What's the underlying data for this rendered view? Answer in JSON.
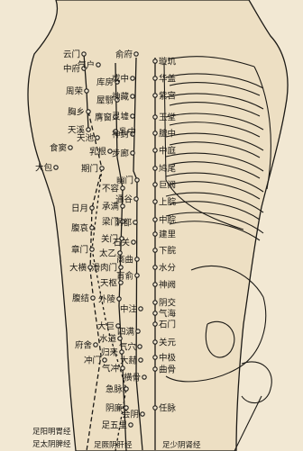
{
  "colors": {
    "background": "#f2e8d3",
    "body_fill": "#eddfc3",
    "ink": "#1c1a16",
    "meridian": "#1c1a16"
  },
  "points": {
    "left": [
      "云门",
      "中府",
      "周荣",
      "胸乡",
      "天溪",
      "食窦",
      "大包",
      "气户",
      "库房",
      "屋翳",
      "膺窗",
      "乳中",
      "乳根",
      "天池",
      "期门",
      "日月",
      "腹哀",
      "章门",
      "大横",
      "腹结",
      "府舍",
      "冲门"
    ],
    "stomach_kidney": [
      "或中",
      "神藏",
      "灵墟",
      "神封",
      "步廊",
      "幽门",
      "不容",
      "通谷",
      "承满",
      "阴都",
      "梁门",
      "石关",
      "关门",
      "商曲",
      "太乙",
      "滑肉门",
      "肓俞",
      "天枢",
      "中注",
      "外陵",
      "大巨",
      "四满",
      "水道",
      "气穴",
      "归来",
      "大赫",
      "气冲",
      "横骨",
      "急脉",
      "阴廉",
      "足五里"
    ],
    "ren": [
      "俞府",
      "璇玑",
      "华盖",
      "紫宫",
      "玉堂",
      "膻中",
      "中庭",
      "鸠尾",
      "巨阙",
      "上脘",
      "中脘",
      "建里",
      "下脘",
      "水分",
      "神阙",
      "阴交",
      "气海",
      "石门",
      "关元",
      "中极",
      "曲骨",
      "会阴",
      "任脉"
    ],
    "meridian_labels": [
      "足阳明胃经",
      "足太阴脾经",
      "足厥阴肝经",
      "足少阴肾经"
    ]
  },
  "icons": {
    "ribcage": "ribcage-outline",
    "pelvis": "pelvis-outline"
  }
}
